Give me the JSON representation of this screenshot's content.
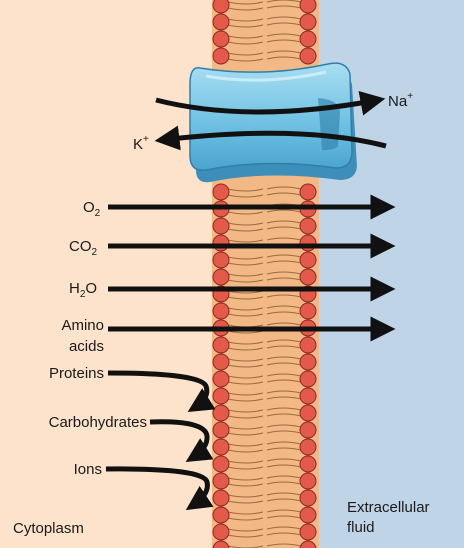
{
  "regions": {
    "left_label": "Cytoplasm",
    "right_label_line1": "Extracellular",
    "right_label_line2": "fluid"
  },
  "ions": {
    "na": {
      "base": "Na",
      "sup": "+"
    },
    "k": {
      "base": "K",
      "sup": "+"
    }
  },
  "passing": [
    {
      "base": "O",
      "sub": "2"
    },
    {
      "base": "CO",
      "sub": "2"
    },
    {
      "base": "H",
      "sub": "2",
      "tail": "O"
    },
    {
      "line1": "Amino",
      "line2": "acids"
    }
  ],
  "blocked": [
    "Proteins",
    "Carbohydrates",
    "Ions"
  ],
  "colors": {
    "cytoplasm": "#fde3cc",
    "extracellular": "#c0d4e8",
    "head_fill": "#e45a4a",
    "head_stroke": "#8e2a22",
    "tail_stroke": "#9c6b3c",
    "core": "#f2b886",
    "channel_light": "#8dd0ea",
    "channel_dark": "#3f98c4",
    "arrow": "#111111"
  }
}
